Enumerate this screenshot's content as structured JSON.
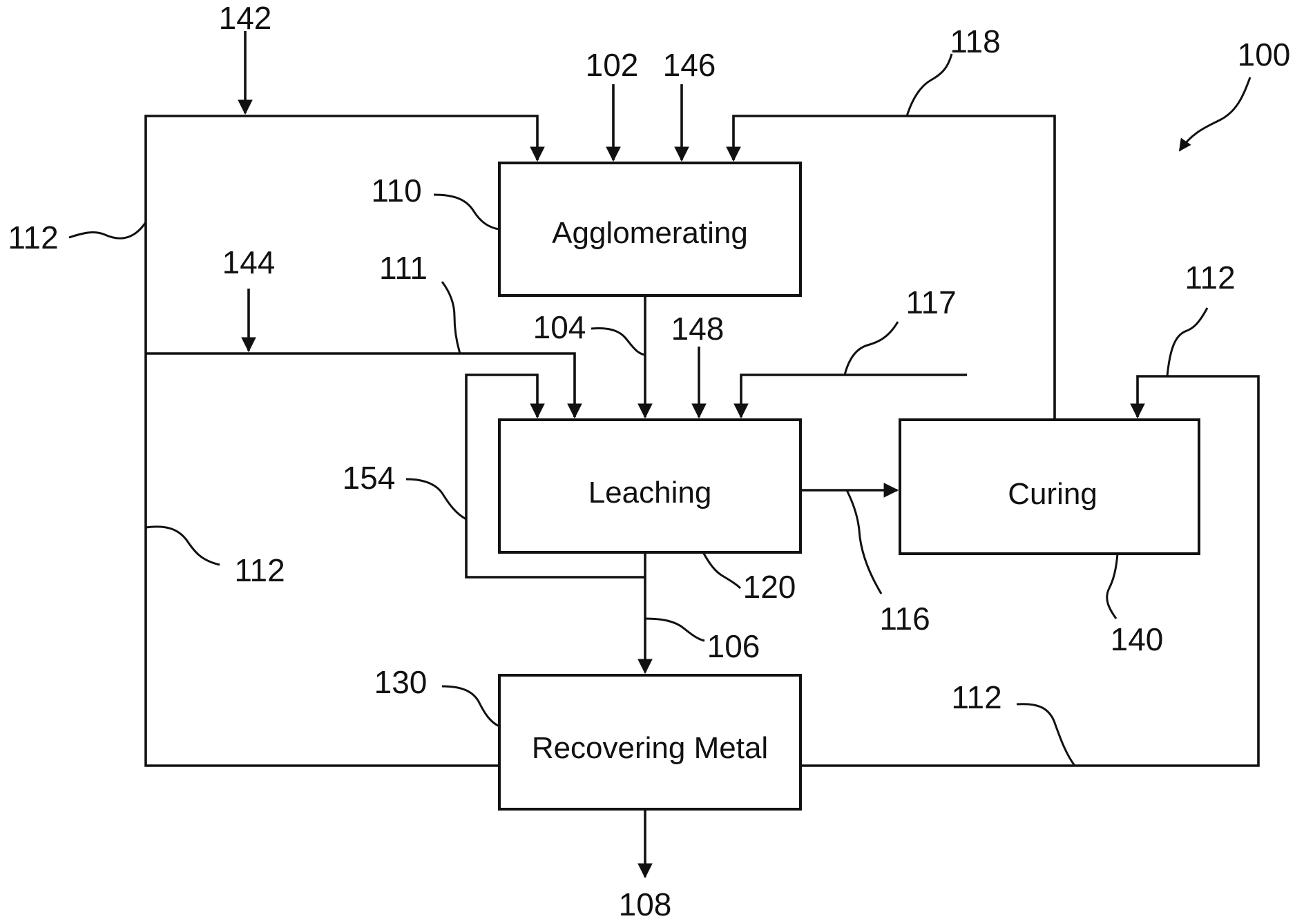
{
  "diagram": {
    "figure_ref": "100",
    "boxes": {
      "agglomerating": {
        "label": "Agglomerating",
        "ref": "110"
      },
      "leaching": {
        "label": "Leaching",
        "ref": "120"
      },
      "curing": {
        "label": "Curing",
        "ref": "140"
      },
      "recovering": {
        "label": "Recovering Metal",
        "ref": "130"
      }
    },
    "streams": {
      "s102": "102",
      "s104": "104",
      "s106": "106",
      "s108": "108",
      "s111": "111",
      "s112_left_top": "112",
      "s112_left_bottom": "112",
      "s112_right_top": "112",
      "s112_right_bottom": "112",
      "s116": "116",
      "s117": "117",
      "s118": "118",
      "s142": "142",
      "s144": "144",
      "s146": "146",
      "s148": "148",
      "s154": "154"
    }
  }
}
